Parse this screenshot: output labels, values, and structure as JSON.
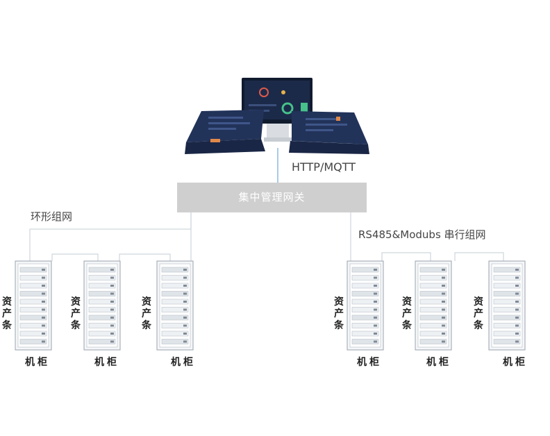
{
  "protocol_label": "HTTP/MQTT",
  "gateway": {
    "label": "集中管理网关"
  },
  "left_group": {
    "label": "环形组网",
    "cabinets": [
      {
        "asset_label": "资产条",
        "cabinet_label": "机柜"
      },
      {
        "asset_label": "资产条",
        "cabinet_label": "机柜"
      },
      {
        "asset_label": "资产条",
        "cabinet_label": "机柜"
      }
    ]
  },
  "right_group": {
    "label": "RS485&Modubs  串行组网",
    "cabinets": [
      {
        "asset_label": "资产条",
        "cabinet_label": "机柜"
      },
      {
        "asset_label": "资产条",
        "cabinet_label": "机柜"
      },
      {
        "asset_label": "资产条",
        "cabinet_label": "机柜"
      }
    ]
  },
  "colors": {
    "gateway_bg": "#cfcfcf",
    "link_line": "#6fa8d8",
    "screen_dark": "#1c2a4a",
    "rack_frame": "#9aa3ad"
  }
}
